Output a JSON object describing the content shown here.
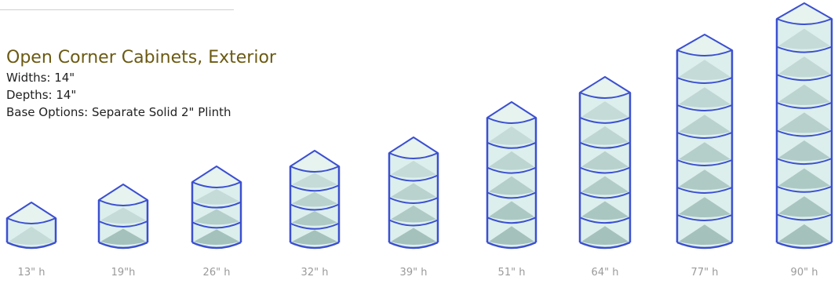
{
  "heading": {
    "title": "Open Corner Cabinets, Exterior",
    "widths": "Widths: 14\"",
    "depths": "Depths: 14\"",
    "base": "Base Options: Separate Solid 2\" Plinth"
  },
  "cabinets": [
    {
      "label": "13\" h",
      "shelves": 1,
      "icon": "open-corner-cabinet-icon"
    },
    {
      "label": "19\"h",
      "shelves": 2,
      "icon": "open-corner-cabinet-icon"
    },
    {
      "label": "26\" h",
      "shelves": 3,
      "icon": "open-corner-cabinet-icon"
    },
    {
      "label": "32\" h",
      "shelves": 4,
      "icon": "open-corner-cabinet-icon"
    },
    {
      "label": "39\" h",
      "shelves": 4,
      "icon": "open-corner-cabinet-icon"
    },
    {
      "label": "51\" h",
      "shelves": 5,
      "icon": "open-corner-cabinet-icon"
    },
    {
      "label": "64\" h",
      "shelves": 6,
      "icon": "open-corner-cabinet-icon"
    },
    {
      "label": "77\" h",
      "shelves": 7,
      "icon": "open-corner-cabinet-icon"
    },
    {
      "label": "90\" h",
      "shelves": 8,
      "icon": "open-corner-cabinet-icon"
    }
  ],
  "colors": {
    "title": "#6b5a12",
    "frame": "#3b4fd0",
    "glass": "#d6ecea",
    "glass_dark": "#9ab8b2",
    "caption": "#9a9a9a"
  }
}
